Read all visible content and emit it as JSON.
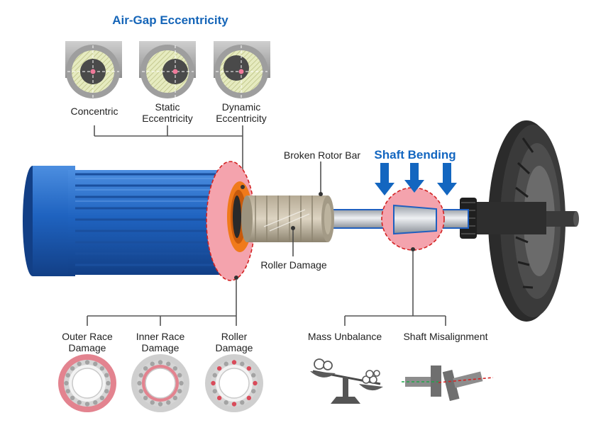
{
  "colors": {
    "title_blue": "#1565b8",
    "motor_blue": "#1f63c0",
    "bearing_orange": "#f07a1a",
    "highlight_pink": "#f4a3ad",
    "dashed_red": "#d32222",
    "gear_dark": "#2e2e2e",
    "arrow_blue": "#1366c0"
  },
  "air_gap": {
    "title": "Air-Gap Eccentricity",
    "items": [
      {
        "label_lines": [
          "Concentric"
        ]
      },
      {
        "label_lines": [
          "Static",
          "Eccentricity"
        ]
      },
      {
        "label_lines": [
          "Dynamic",
          "Eccentricity"
        ]
      }
    ]
  },
  "rotor": {
    "broken_bar_label": "Broken Rotor Bar",
    "roller_damage_label": "Roller Damage"
  },
  "shaft": {
    "title": "Shaft Bending",
    "mass_unbalance_label": "Mass Unbalance",
    "misalignment_label": "Shaft Misalignment"
  },
  "bearings": {
    "items": [
      {
        "label_lines": [
          "Outer Race",
          "Damage"
        ]
      },
      {
        "label_lines": [
          "Inner Race",
          "Damage"
        ]
      },
      {
        "label_lines": [
          "Roller",
          "Damage"
        ]
      }
    ]
  }
}
